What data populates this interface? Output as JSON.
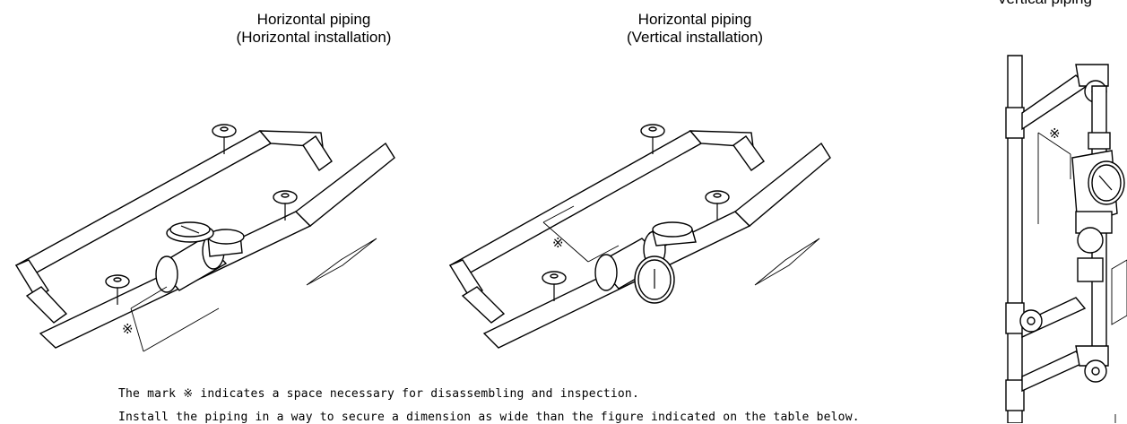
{
  "captions": {
    "horizontal_h": {
      "line1": "Horizontal piping",
      "line2": "(Horizontal installation)"
    },
    "horizontal_v": {
      "line1": "Horizontal piping",
      "line2": "(Vertical installation)"
    },
    "vertical": {
      "line1": "Vertical piping"
    }
  },
  "marks": {
    "space_symbol": "※"
  },
  "notes": {
    "line1": "The mark ※ indicates a space necessary for disassembling and inspection.",
    "line2": "Install the piping in a way to secure a dimension as wide than the figure indicated on the table below."
  }
}
